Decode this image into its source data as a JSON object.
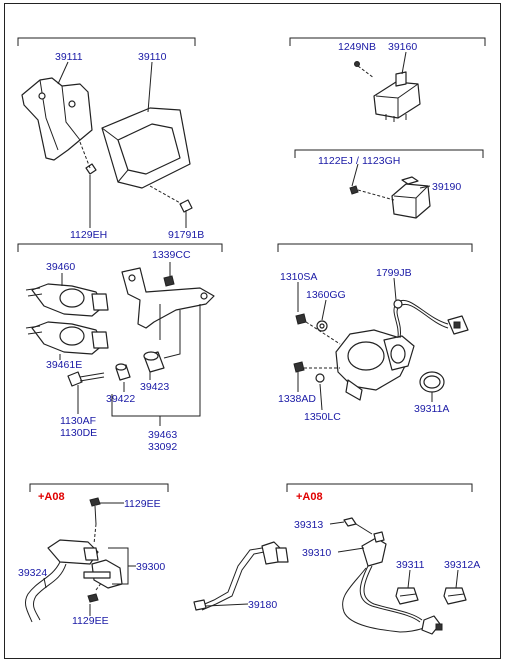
{
  "parts": {
    "p39111": "39111",
    "p39110": "39110",
    "p1129EH": "1129EH",
    "p91791B": "91791B",
    "p1249NB": "1249NB",
    "p39160": "39160",
    "p1122EJ": "1122EJ",
    "p1123GH": "1123GH",
    "p39190": "39190",
    "p39460": "39460",
    "p1339CC": "1339CC",
    "p39461E": "39461E",
    "p39423": "39423",
    "p39422": "39422",
    "p1130AF": "1130AF",
    "p1130DE": "1130DE",
    "p39463": "39463",
    "p33092": "33092",
    "p1310SA": "1310SA",
    "p1799JB": "1799JB",
    "p1360GG": "1360GG",
    "p1338AD": "1338AD",
    "p1350LC": "1350LC",
    "p39311A": "39311A",
    "p1129EE_top": "1129EE",
    "p39300": "39300",
    "p39324": "39324",
    "p1129EE_bottom": "1129EE",
    "p39180": "39180",
    "p39313": "39313",
    "p39310": "39310",
    "p39311": "39311",
    "p39312A": "39312A"
  },
  "variants": {
    "left": "+A08",
    "right": "+A08"
  },
  "colors": {
    "label": "#1a1aa6",
    "variant": "#e00000",
    "line": "#222222"
  }
}
